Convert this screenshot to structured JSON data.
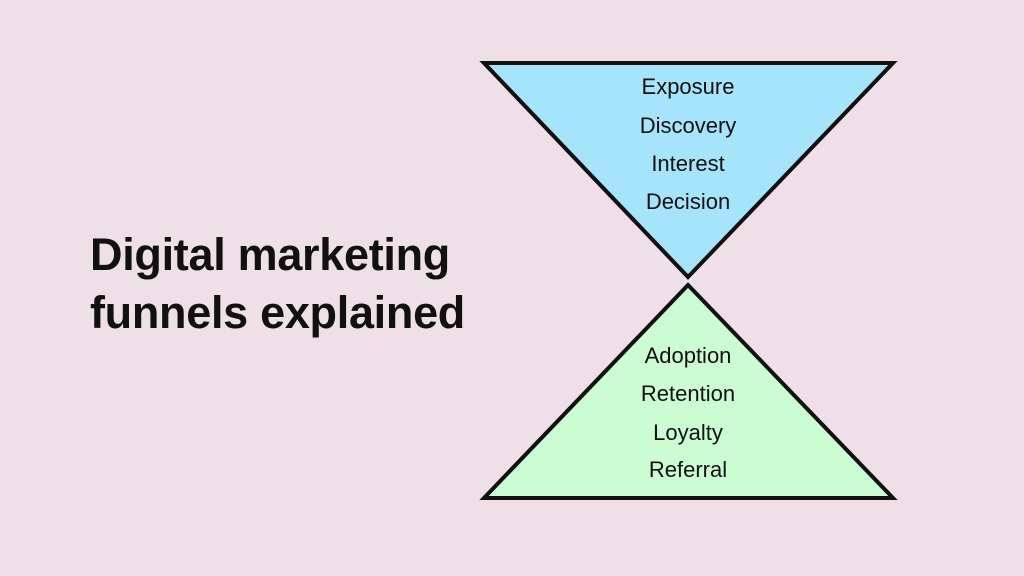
{
  "title": {
    "line1": "Digital marketing",
    "line2": "funnels explained"
  },
  "colors": {
    "background": "#efdfe6",
    "top_funnel": "#a6e4fb",
    "bottom_funnel": "#ccfcd1",
    "outline": "#111111"
  },
  "top_funnel": {
    "stages": [
      "Exposure",
      "Discovery",
      "Interest",
      "Decision"
    ]
  },
  "bottom_funnel": {
    "stages": [
      "Adoption",
      "Retention",
      "Loyalty",
      "Referral"
    ]
  }
}
